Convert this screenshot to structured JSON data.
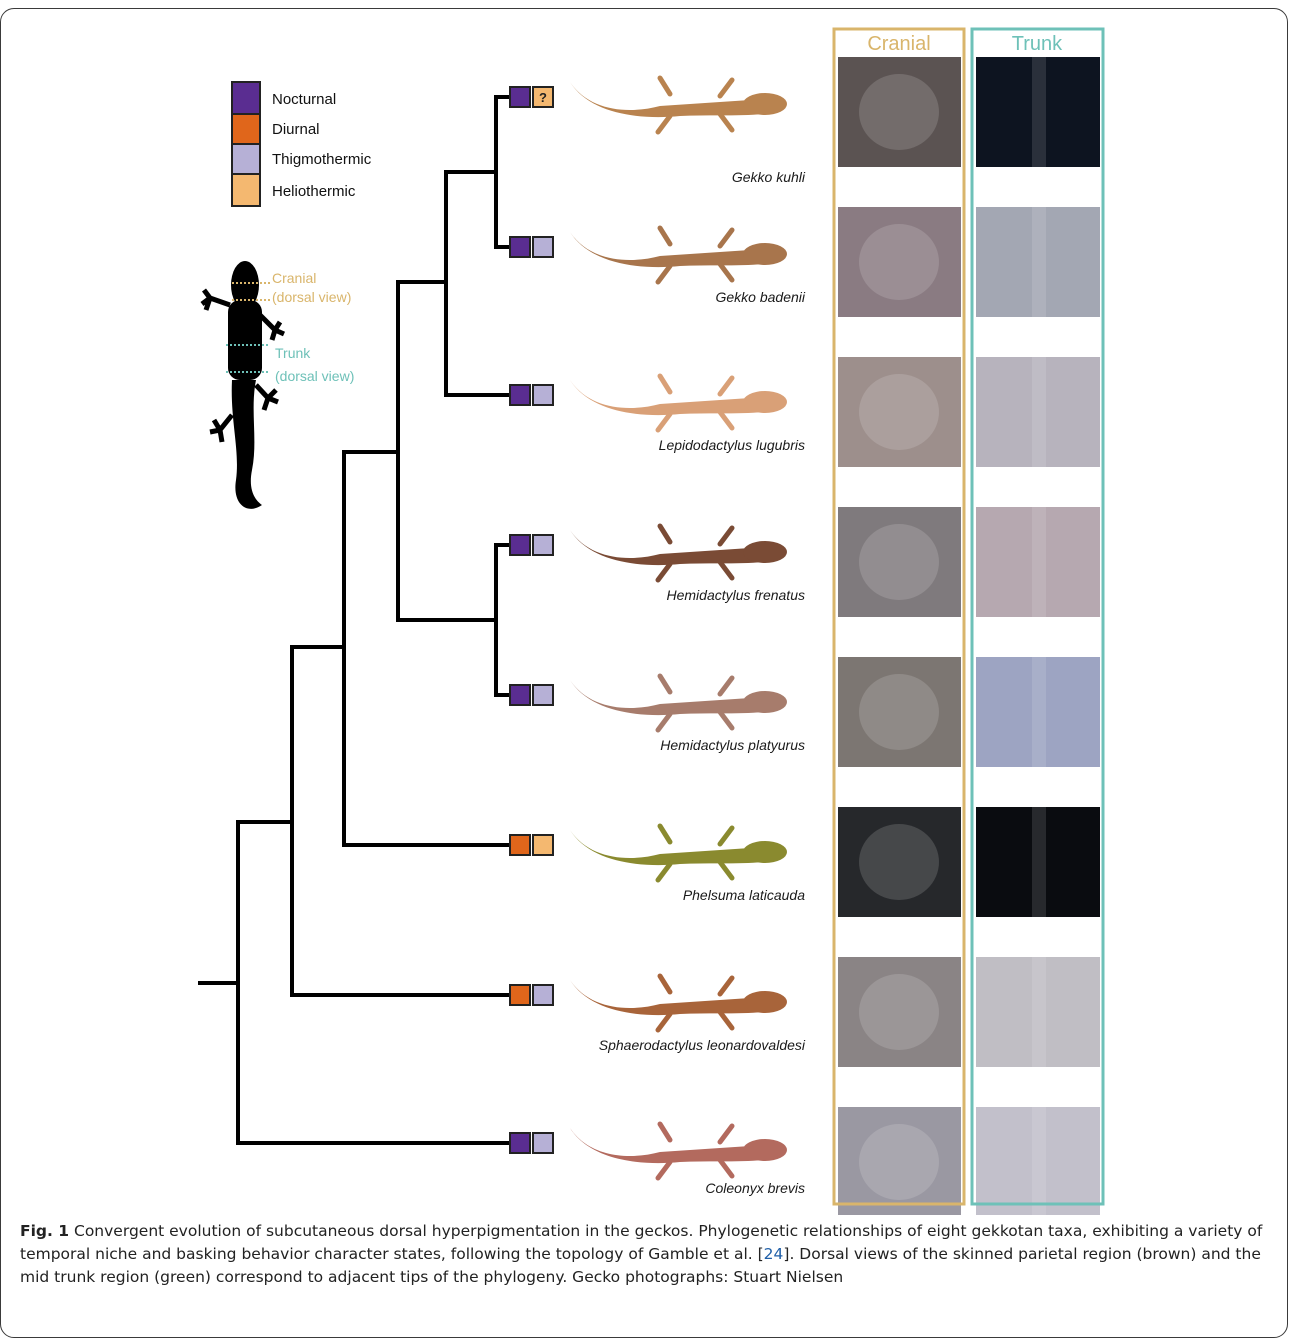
{
  "legend": [
    {
      "label": "Nocturnal",
      "color": "#5a2d91"
    },
    {
      "label": "Diurnal",
      "color": "#e0661b"
    },
    {
      "label": "Thigmothermic",
      "color": "#b6b0d6"
    },
    {
      "label": "Heliothermic",
      "color": "#f4b870"
    }
  ],
  "silhouette": {
    "cranial_label": "Cranial",
    "cranial_sub": "(dorsal view)",
    "trunk_label": "Trunk",
    "trunk_sub": "(dorsal view)",
    "cranial_color": "#d9b56b",
    "trunk_color": "#6ec1b8"
  },
  "columns": {
    "cranial": "Cranial",
    "trunk": "Trunk",
    "cranial_border": "#d9b56b",
    "trunk_border": "#6ec1b8"
  },
  "taxa": [
    {
      "name": "Gekko kuhli",
      "state1": "Nocturnal",
      "state2": "?",
      "body": "#b9834f",
      "cranial": "#5b5352",
      "trunk": "#0d1420"
    },
    {
      "name": "Gekko badenii",
      "state1": "Nocturnal",
      "state2": "Thigmothermic",
      "body": "#a8754c",
      "cranial": "#8a7b82",
      "trunk": "#a3a7b3"
    },
    {
      "name": "Lepidodactylus lugubris",
      "state1": "Nocturnal",
      "state2": "Thigmothermic",
      "body": "#d9a077",
      "cranial": "#9d8f8c",
      "trunk": "#b7b3bd"
    },
    {
      "name": "Hemidactylus frenatus",
      "state1": "Nocturnal",
      "state2": "Thigmothermic",
      "body": "#7a4b35",
      "cranial": "#7f7a7d",
      "trunk": "#b6a8b0"
    },
    {
      "name": "Hemidactylus platyurus",
      "state1": "Nocturnal",
      "state2": "Thigmothermic",
      "body": "#a77c6c",
      "cranial": "#7c7672",
      "trunk": "#9da4c2"
    },
    {
      "name": "Phelsuma laticauda",
      "state1": "Diurnal",
      "state2": "Heliothermic",
      "body": "#8a8a2f",
      "cranial": "#26282b",
      "trunk": "#0a0c10"
    },
    {
      "name": "Sphaerodactylus leonardovaldesi",
      "state1": "Diurnal",
      "state2": "Thigmothermic",
      "body": "#a8643a",
      "cranial": "#8a8485",
      "trunk": "#c0bec4"
    },
    {
      "name": "Coleonyx brevis",
      "state1": "Nocturnal",
      "state2": "Thigmothermic",
      "body": "#b36a5e",
      "cranial": "#9a98a2",
      "trunk": "#c2c0cb"
    }
  ],
  "caption": {
    "label": "Fig. 1",
    "text_before_ref": " Convergent evolution of subcutaneous dorsal hyperpigmentation in the geckos. Phylogenetic relationships of eight gekkotan taxa, exhibiting a variety of temporal niche and basking behavior character states, following the topology of Gamble et al. [",
    "ref": "24",
    "text_after_ref": "]. Dorsal views of the skinned parietal region (brown) and the mid trunk region (green) correspond to adjacent tips of the phylogeny. Gecko photographs: Stuart Nielsen"
  }
}
